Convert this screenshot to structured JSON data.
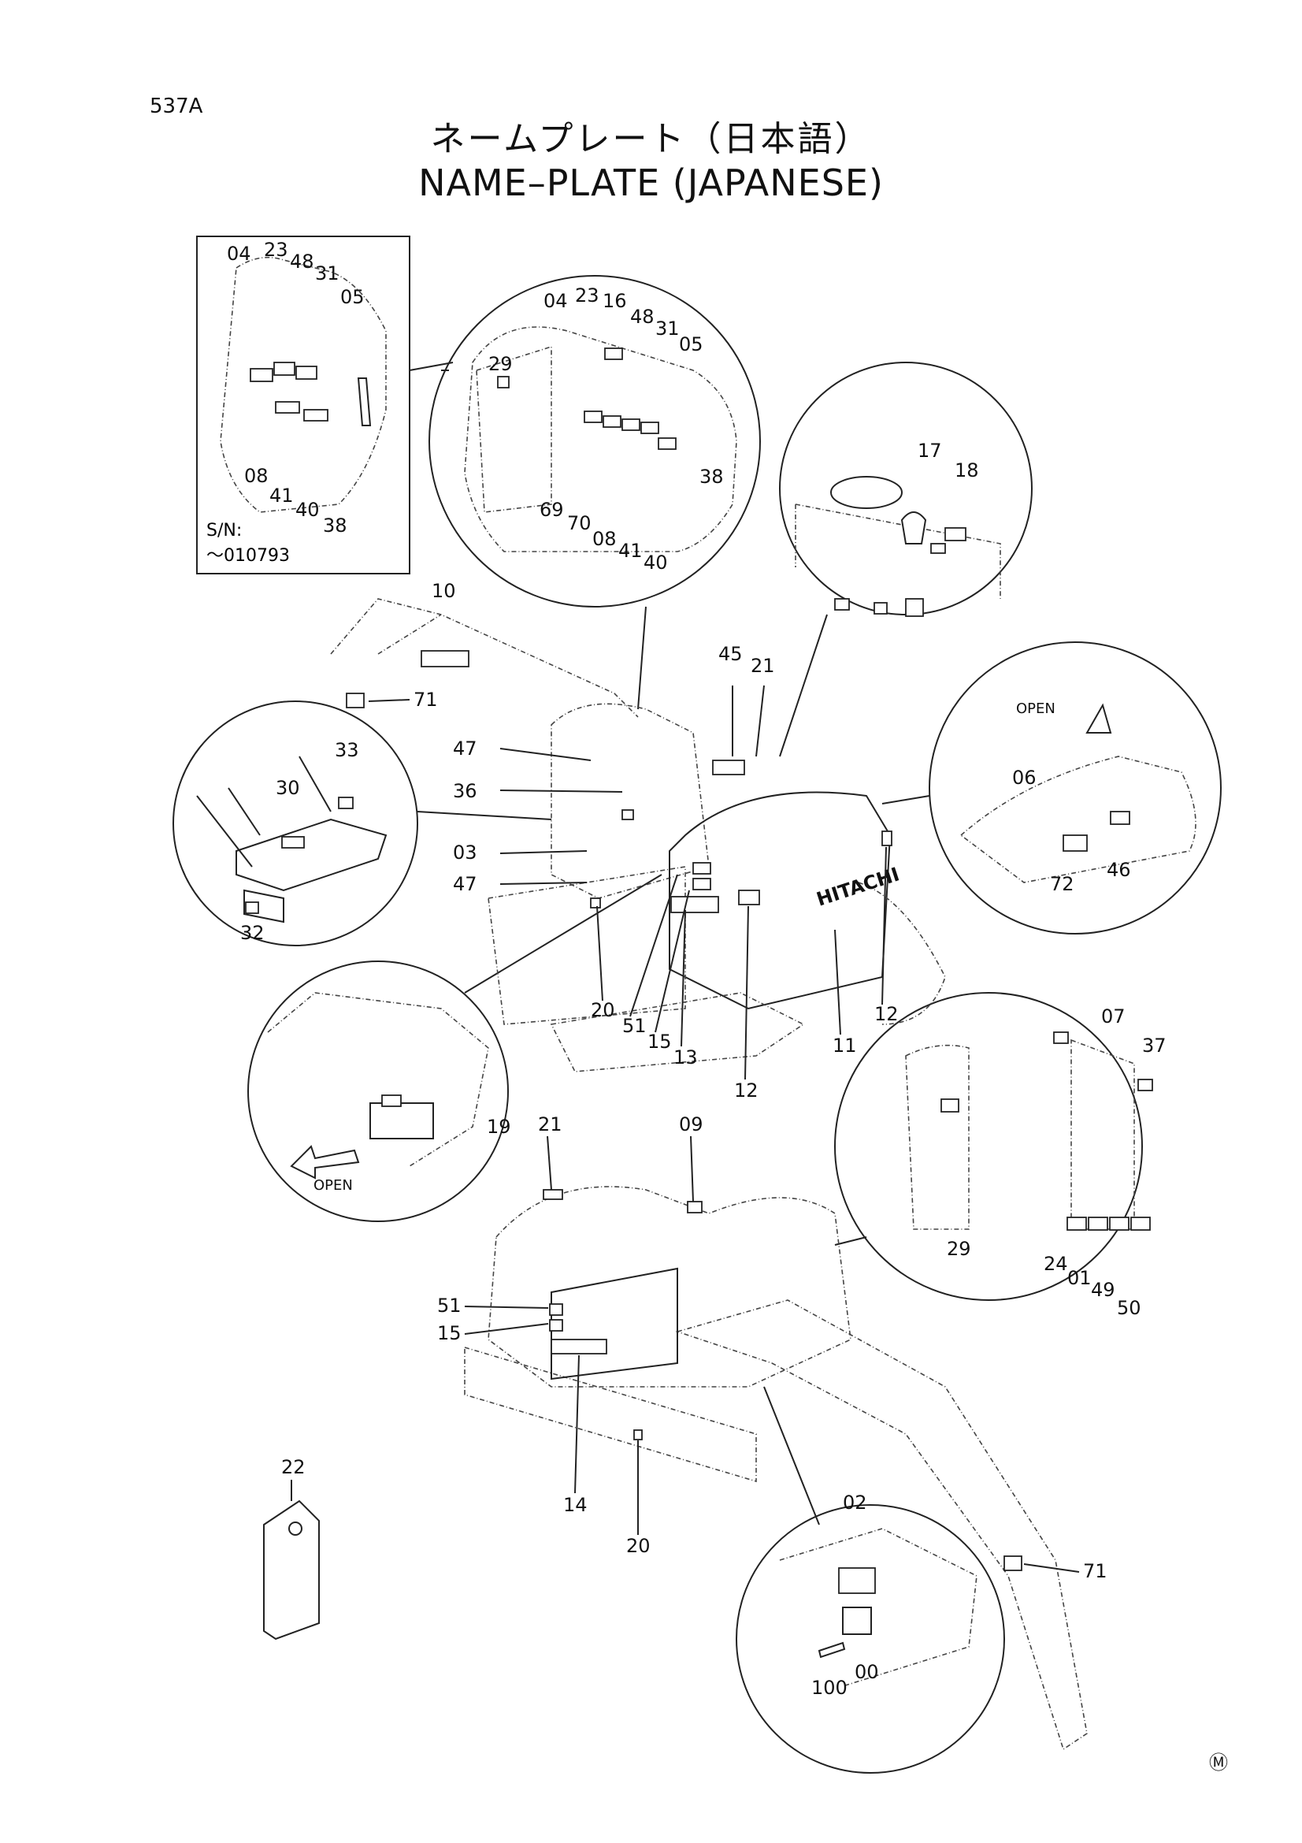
{
  "page_id": "537A",
  "title_jp": "ネームプレート（日本語）",
  "title_en": "NAME–PLATE (JAPANESE)",
  "serial_note": {
    "label": "S/N:",
    "range": "～010793"
  },
  "open_label_1": "OPEN",
  "open_label_2": "OPEN",
  "brand_text": "HITACHI",
  "mark": "Ⓜ",
  "callouts": {
    "inset_sn": [
      "04",
      "23",
      "48",
      "31",
      "05",
      "08",
      "41",
      "40",
      "38"
    ],
    "cab_window": [
      "29",
      "04",
      "23",
      "16",
      "48",
      "31",
      "05",
      "38",
      "69",
      "70",
      "08",
      "41",
      "40"
    ],
    "hydraulic_tank": [
      "17",
      "18"
    ],
    "engine_cover": [
      "06",
      "72",
      "46"
    ],
    "levers": [
      "33",
      "30",
      "32"
    ],
    "battery_box": [
      "19"
    ],
    "cab_interior": [
      "07",
      "37",
      "29",
      "24",
      "01",
      "49",
      "50"
    ],
    "frame_plate": [
      "02",
      "100",
      "00"
    ],
    "machine_top": [
      "10",
      "71",
      "47",
      "36",
      "03",
      "47",
      "45",
      "21",
      "20",
      "51",
      "15",
      "13",
      "12",
      "11",
      "12"
    ],
    "machine_bottom": [
      "21",
      "09",
      "51",
      "15",
      "14",
      "20",
      "71"
    ],
    "tag": [
      "22"
    ]
  }
}
